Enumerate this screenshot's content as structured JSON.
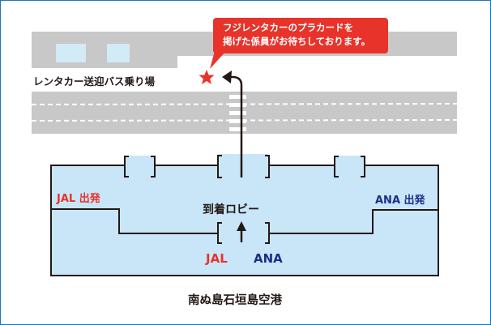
{
  "callout": {
    "line1": "フジレンタカーのプラカードを",
    "line2": "掲げた係員がお待ちしております。"
  },
  "bus_stop_label": "レンタカー送迎バス乗り場",
  "jal_departure": "JAL 出発",
  "ana_departure": "ANA 出発",
  "arrival_lobby": "到着ロビー",
  "jal_label": "JAL",
  "ana_label": "ANA",
  "airport_name": "南ぬ島石垣島空港",
  "colors": {
    "red": "#e8332b",
    "navy": "#1a2f86",
    "building": "#c9e6f8",
    "road": "#c8c8c8",
    "border": "#1b75bc"
  }
}
